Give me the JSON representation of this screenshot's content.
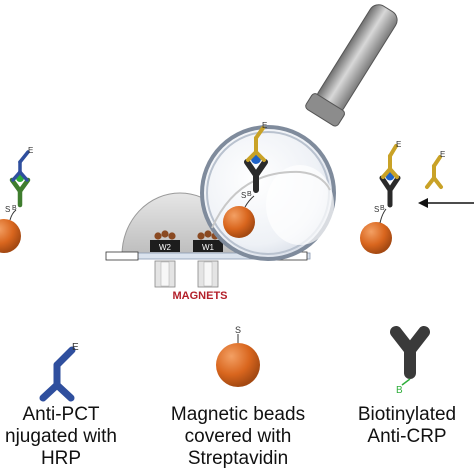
{
  "magnets_label": "MAGNETS",
  "well_labels": [
    "W2",
    "W1"
  ],
  "markers": {
    "hrp": "E",
    "streptavidin": "S",
    "biotin": "B"
  },
  "legend": [
    {
      "lines": [
        "Anti-PCT",
        "njugated with",
        "HRP"
      ]
    },
    {
      "lines": [
        "Magnetic beads",
        "covered with",
        "Streptavidin"
      ]
    },
    {
      "lines": [
        "Biotinylated",
        "Anti-CRP"
      ]
    }
  ],
  "colors": {
    "bead": "#d9661e",
    "antibody_pct": "#2f4f9e",
    "antibody_crp": "#3a3a3a",
    "antibody_free": "#c9a227",
    "pct_dot": "#1f63c8",
    "magnet_label": "#b3202a",
    "lens_handle": "#9a9a9a"
  }
}
